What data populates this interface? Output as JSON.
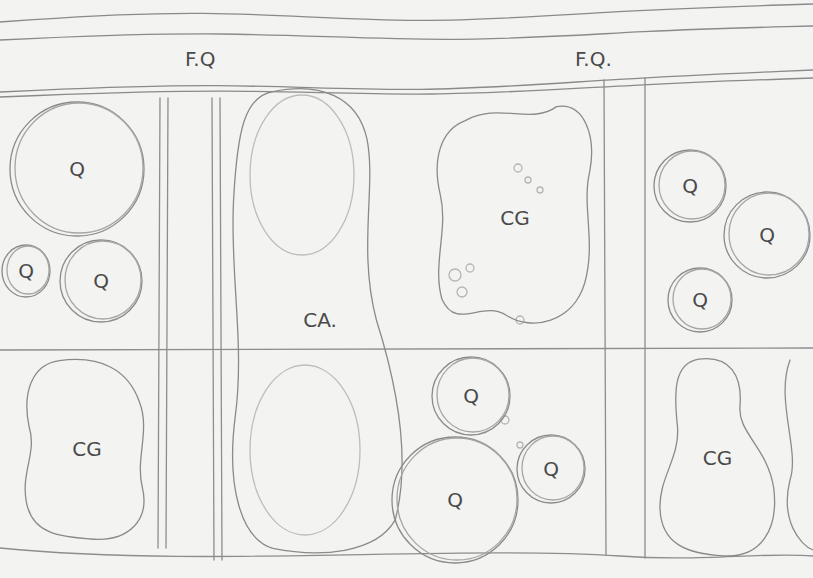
{
  "diagram": {
    "nodes": [
      {
        "text": [
          "F.Q",
          "F.Q."
        ]
      },
      {
        "text": [
          "Q"
        ]
      },
      {
        "text": [
          "Q"
        ]
      },
      {
        "text": [
          "Q"
        ]
      },
      {
        "text": [
          "CG"
        ]
      },
      {
        "text": [
          "CA."
        ]
      },
      {
        "text": [
          "CG"
        ]
      },
      {
        "text": [
          "Q"
        ]
      },
      {
        "text": [
          "Q"
        ]
      },
      {
        "text": [
          "Q"
        ]
      },
      {
        "text": [
          "Q"
        ]
      },
      {
        "text": [
          "Q"
        ]
      },
      {
        "text": [
          "Q"
        ]
      },
      {
        "text": [
          "CG"
        ]
      }
    ]
  }
}
